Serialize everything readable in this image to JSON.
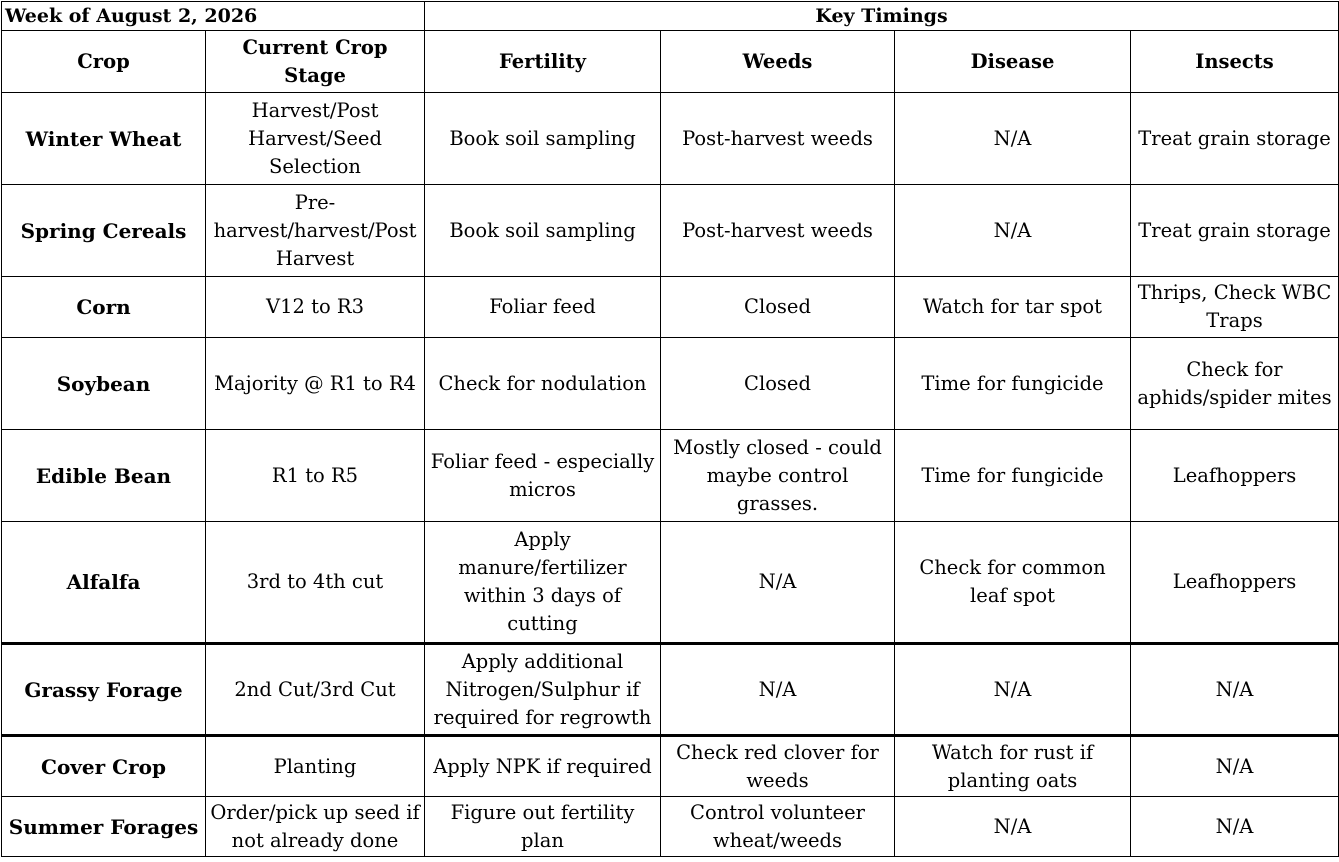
{
  "week_label": "Week of August 2, 2026",
  "key_timings_label": "Key Timings",
  "headers": [
    "Crop",
    "Current Crop Stage",
    "Fertility",
    "Weeds",
    "Disease",
    "Insects"
  ],
  "rows": [
    [
      "Winter Wheat",
      "Harvest/Post Harvest/Seed Selection",
      "Book soil sampling",
      "Post-harvest weeds",
      "N/A",
      "Treat grain storage"
    ],
    [
      "Spring Cereals",
      "Pre-harvest/harvest/Post Harvest",
      "Book soil sampling",
      "Post-harvest weeds",
      "N/A",
      "Treat grain storage"
    ],
    [
      "Corn",
      "V12 to R3",
      "Foliar feed",
      "Closed",
      "Watch for tar spot",
      "Thrips, Check WBC Traps"
    ],
    [
      "Soybean",
      "Majority @ R1 to R4",
      "Check for nodulation",
      "Closed",
      "Time for fungicide",
      "Check for aphids/spider mites"
    ],
    [
      "Edible Bean",
      "R1 to R5",
      "Foliar feed - especially micros",
      "Mostly closed - could maybe control grasses.",
      "Time for fungicide",
      "Leafhoppers"
    ],
    [
      "Alfalfa",
      "3rd to 4th cut",
      "Apply manure/fertilizer within 3 days of cutting",
      "N/A",
      "Check for common leaf spot",
      "Leafhoppers"
    ],
    [
      "Grassy Forage",
      "2nd Cut/3rd Cut",
      "Apply additional Nitrogen/Sulphur if required for regrowth",
      "N/A",
      "N/A",
      "N/A"
    ],
    [
      "Cover Crop",
      "Planting",
      "Apply NPK if required",
      "Check red clover for weeds",
      "Watch for rust if planting oats",
      "N/A"
    ],
    [
      "Summer Forages",
      "Order/pick up seed if not already done",
      "Figure out fertility plan",
      "Control volunteer wheat/weeds",
      "N/A",
      "N/A"
    ]
  ]
}
